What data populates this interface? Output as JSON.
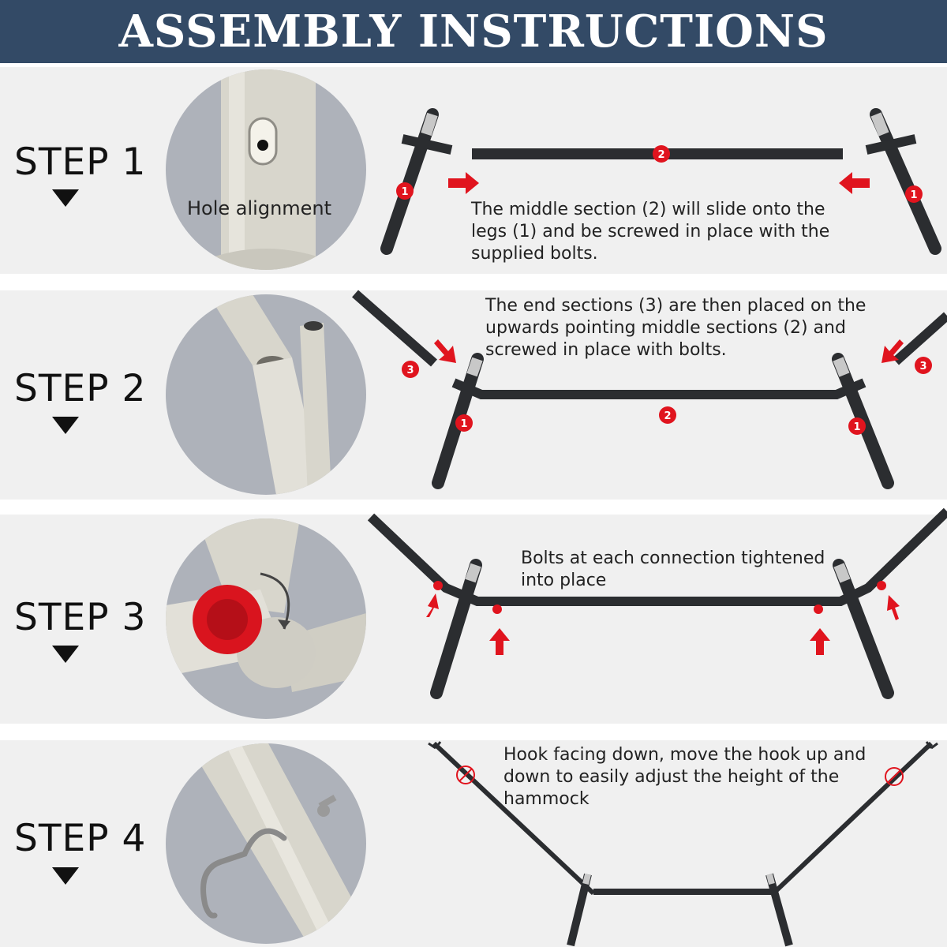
{
  "header": {
    "title": "ASSEMBLY INSTRUCTIONS"
  },
  "steps": [
    {
      "title": "STEP 1",
      "detail_label": "Hole alignment",
      "description": [
        "The middle section (2) will slide onto the",
        "legs (1) and be screwed in place with the",
        "supplied bolts."
      ],
      "part_numbers": [
        "1",
        "2",
        "1"
      ]
    },
    {
      "title": "STEP 2",
      "description": [
        "The end sections (3) are then placed on the",
        "upwards pointing middle sections (2) and",
        "screwed in place with bolts."
      ],
      "part_numbers": [
        "3",
        "3",
        "1",
        "2",
        "1"
      ]
    },
    {
      "title": "STEP 3",
      "description": [
        "Bolts at each connection tightened",
        "into place"
      ]
    },
    {
      "title": "STEP 4",
      "description": [
        "Hook facing down, move the hook up and",
        "down to easily adjust the height of the",
        "hammock"
      ]
    }
  ],
  "colors": {
    "header": "#334a66",
    "accent_red": "#e0141e",
    "frame": "#2b2d30",
    "panel": "#f0f0f0"
  }
}
